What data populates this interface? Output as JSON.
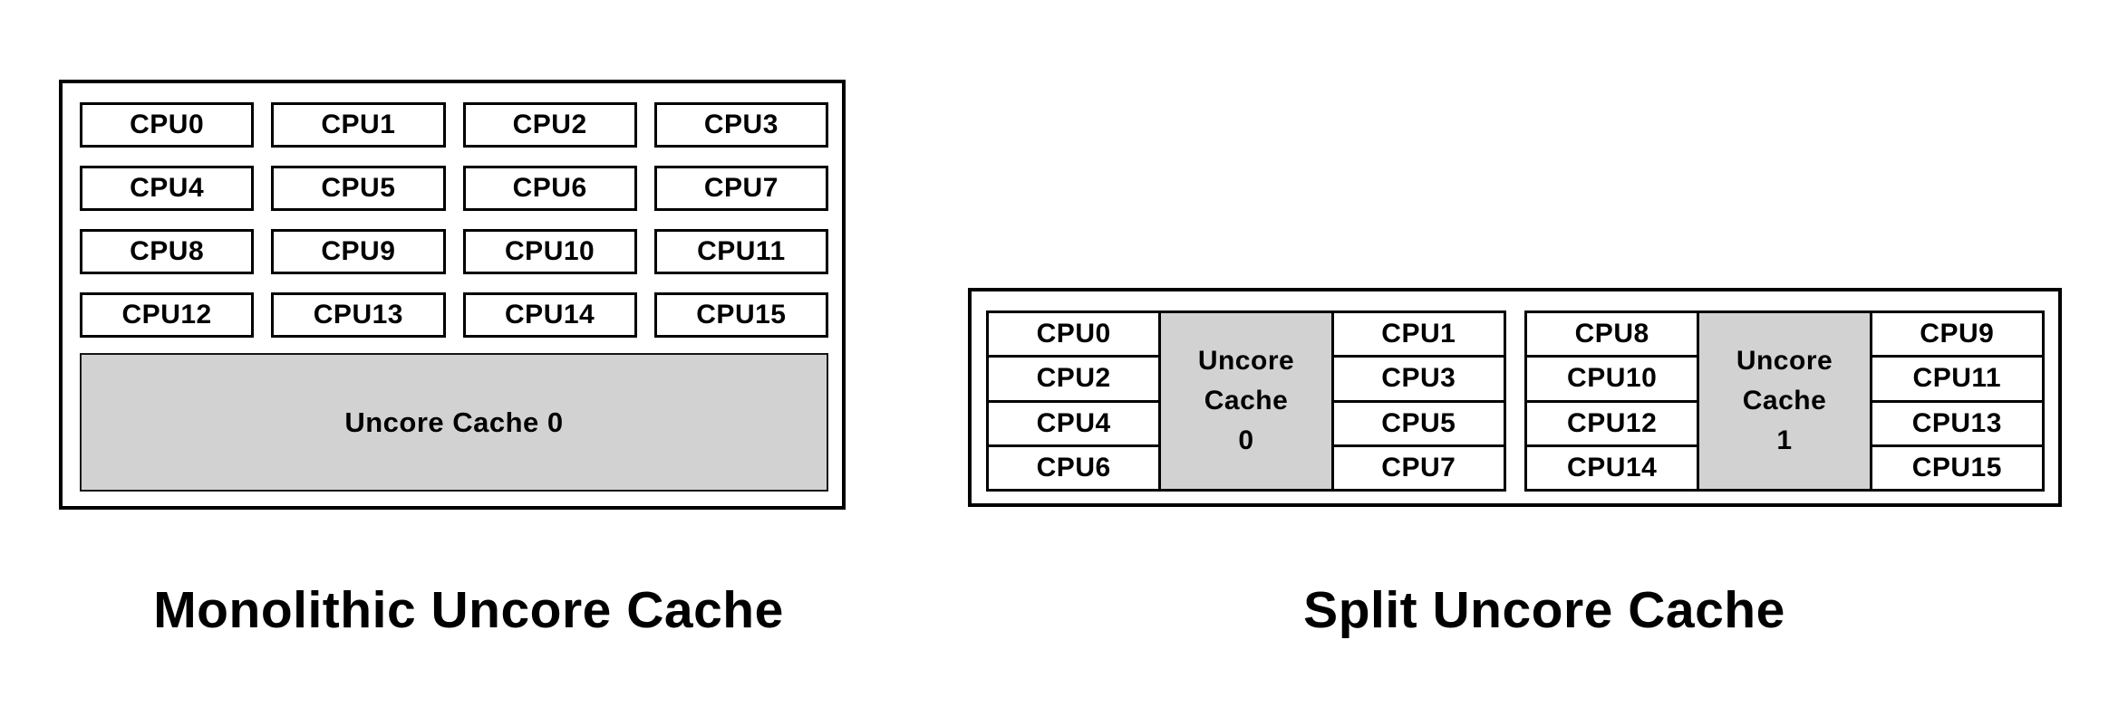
{
  "colors": {
    "background": "#ffffff",
    "border": "#000000",
    "cache_fill": "#d2d2d2",
    "text": "#000000"
  },
  "monolithic": {
    "caption": "Monolithic Uncore Cache",
    "cache_label": "Uncore Cache 0",
    "cpus": [
      "CPU0",
      "CPU1",
      "CPU2",
      "CPU3",
      "CPU4",
      "CPU5",
      "CPU6",
      "CPU7",
      "CPU8",
      "CPU9",
      "CPU10",
      "CPU11",
      "CPU12",
      "CPU13",
      "CPU14",
      "CPU15"
    ]
  },
  "split": {
    "caption": "Split Uncore Cache",
    "groups": [
      {
        "left_cpus": [
          "CPU0",
          "CPU2",
          "CPU4",
          "CPU6"
        ],
        "cache_lines": [
          "Uncore",
          "Cache",
          "0"
        ],
        "right_cpus": [
          "CPU1",
          "CPU3",
          "CPU5",
          "CPU7"
        ]
      },
      {
        "left_cpus": [
          "CPU8",
          "CPU10",
          "CPU12",
          "CPU14"
        ],
        "cache_lines": [
          "Uncore",
          "Cache",
          "1"
        ],
        "right_cpus": [
          "CPU9",
          "CPU11",
          "CPU13",
          "CPU15"
        ]
      }
    ]
  }
}
